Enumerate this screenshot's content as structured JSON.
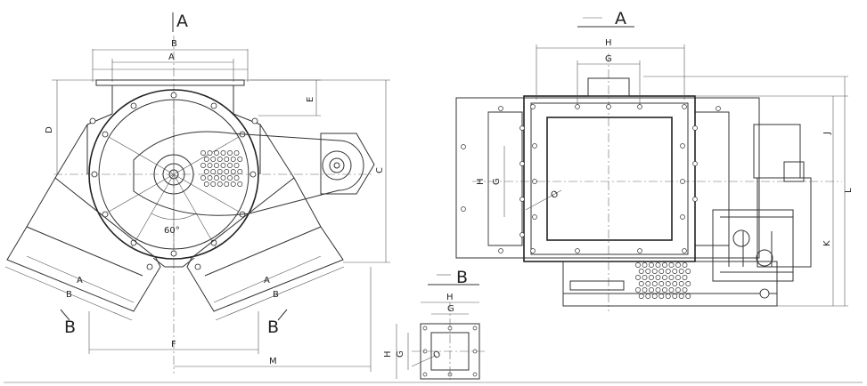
{
  "views": {
    "section_a_marker": "A",
    "section_b_marker": "B",
    "section_b_left": "B",
    "section_b_right": "B"
  },
  "dims": {
    "left_top_B": "B",
    "left_top_A": "A",
    "left_D": "D",
    "left_E": "E",
    "left_C": "C",
    "left_A_lower_left": "A",
    "left_B_lower_left": "B",
    "left_A_lower_right": "A",
    "left_B_lower_right": "B",
    "left_angle": "60°",
    "left_F": "F",
    "left_M": "M",
    "right_H_top": "H",
    "right_G_top": "G",
    "right_H_side": "H",
    "right_G_side": "G",
    "right_O": "O",
    "right_J": "J",
    "right_L": "L",
    "right_K": "K",
    "small_H_top": "H",
    "small_G_top": "G",
    "small_H_side": "H",
    "small_G_side": "G",
    "small_O": "O"
  }
}
